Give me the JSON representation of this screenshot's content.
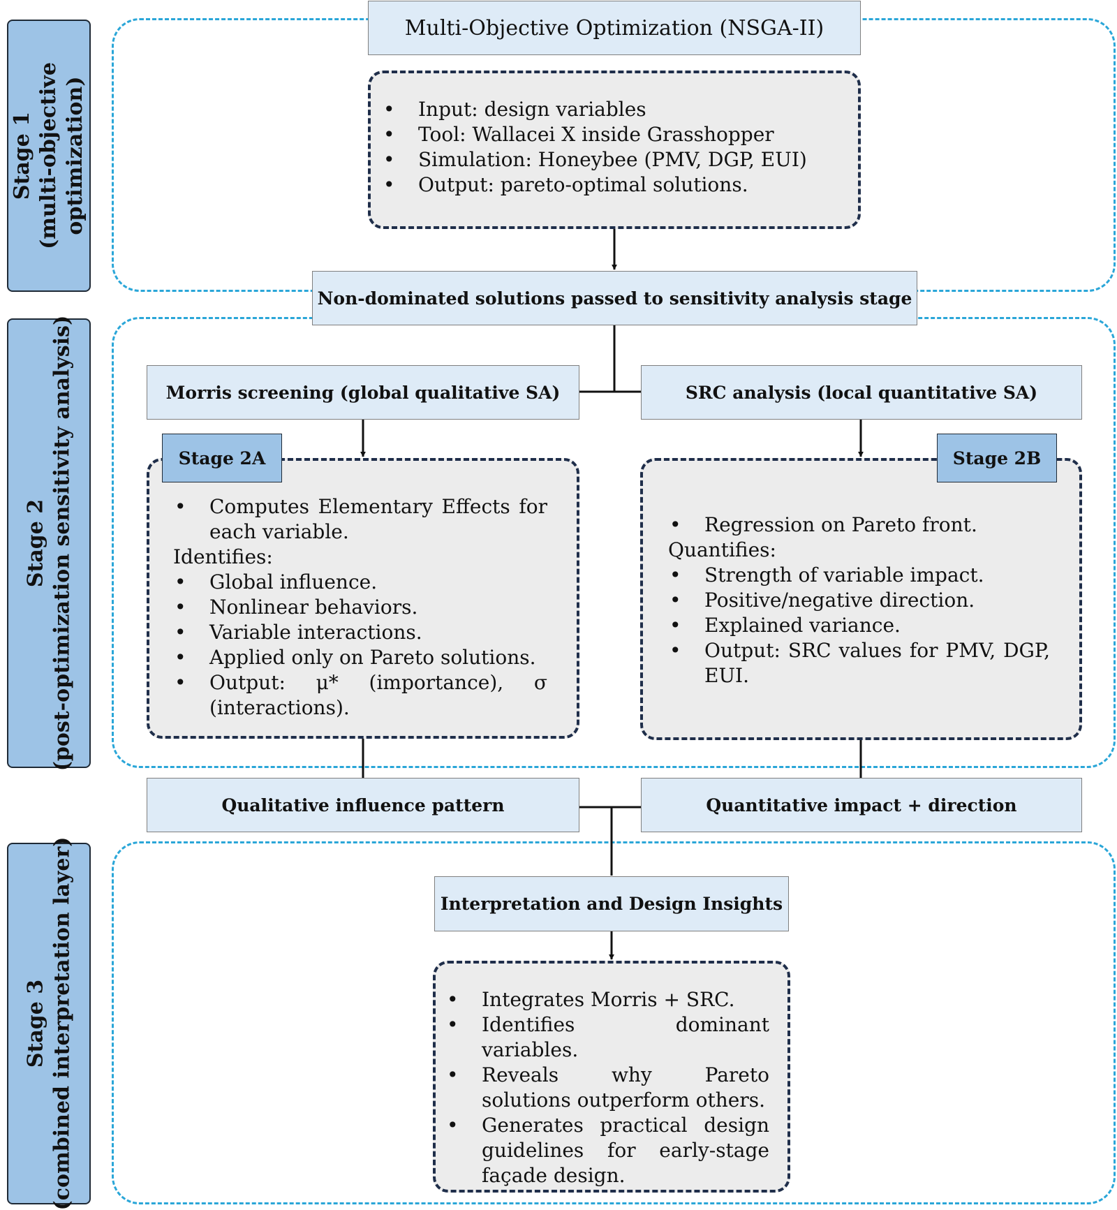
{
  "stages": {
    "stage1": {
      "line1": "Stage 1",
      "line2": "(multi-objective",
      "line3": "optimization)"
    },
    "stage2": {
      "line1": "Stage 2",
      "line2": "(post-optimization sensitivity analysis)"
    },
    "stage3": {
      "line1": "Stage 3",
      "line2": "(combined interpretation layer)"
    }
  },
  "moo": {
    "title": "Multi-Objective Optimization (NSGA-II)",
    "items": [
      "Input: design variables",
      "Tool: Wallacei X inside Grasshopper",
      "Simulation: Honeybee (PMV, DGP, EUI)",
      "Output: pareto-optimal solutions."
    ]
  },
  "handoff": "Non-dominated solutions passed to sensitivity analysis stage",
  "morris": {
    "title": "Morris screening (global qualitative SA)",
    "tab": "Stage 2A",
    "item1": "Computes Elementary Effects for each variable.",
    "label": "Identifies:",
    "items": [
      "Global influence.",
      "Nonlinear behaviors.",
      "Variable interactions.",
      "Applied only on Pareto solutions.",
      "Output: μ* (importance), σ (interactions)."
    ]
  },
  "src": {
    "title": "SRC analysis (local quantitative SA)",
    "tab": "Stage 2B",
    "item1": "Regression on Pareto front.",
    "label": "Quantifies:",
    "items": [
      "Strength of variable impact.",
      "Positive/negative direction.",
      "Explained variance.",
      "Output: SRC values for PMV, DGP, EUI."
    ]
  },
  "outputs": {
    "qualitative": "Qualitative influence pattern",
    "quantitative": "Quantitative impact + direction"
  },
  "insights": {
    "title": "Interpretation and Design Insights",
    "items": [
      "Integrates Morris + SRC.",
      "Identifies dominant variables.",
      "Reveals why Pareto solutions outperform others.",
      "Generates practical design guidelines for early-stage façade design."
    ]
  }
}
